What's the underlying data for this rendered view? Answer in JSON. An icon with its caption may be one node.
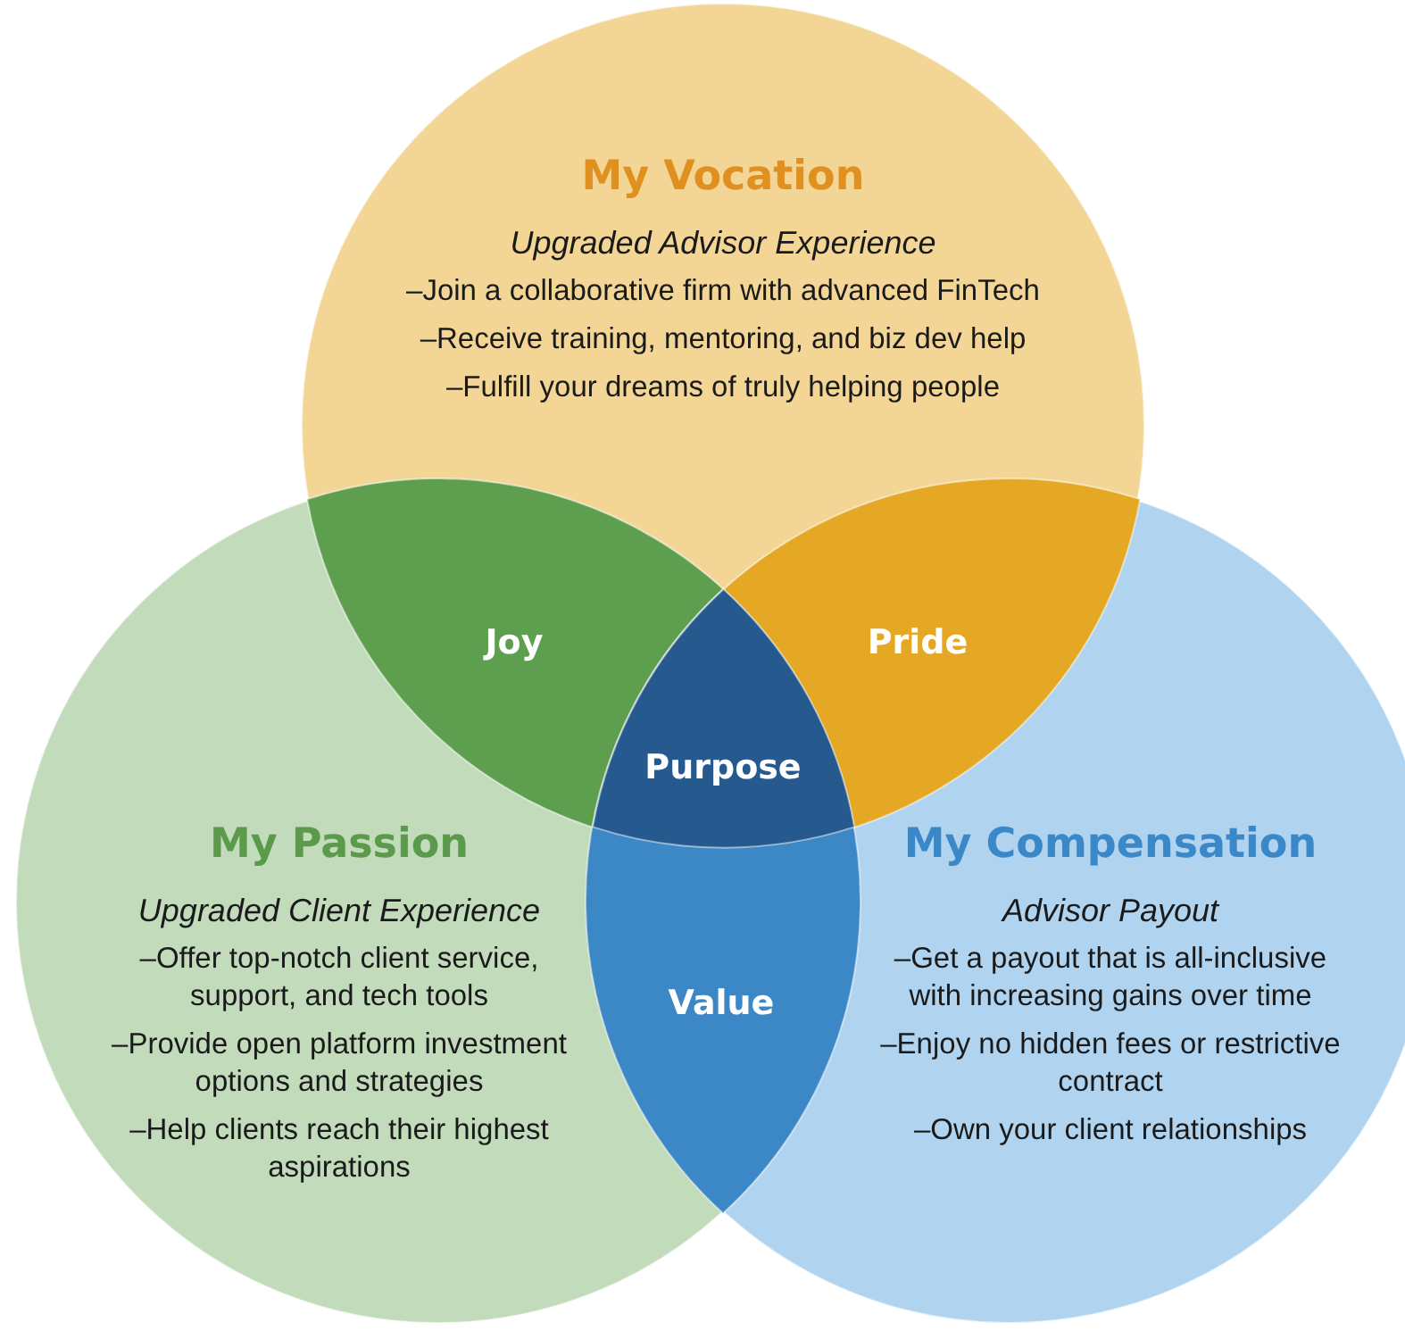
{
  "diagram": {
    "nodes": [
      {
        "text": [
          "My Vocation",
          "Upgraded Advisor Experience",
          "–Join a collaborative firm with advanced FinTech",
          "–Receive training, mentoring, and biz dev help",
          "–Fulfill your dreams of truly helping people"
        ]
      },
      {
        "text": [
          "My Passion",
          "Upgraded Client Experience",
          "–Offer top-notch client service, support, and tech tools",
          "–Provide open platform investment options and strategies",
          "–Help clients reach their highest aspirations"
        ]
      },
      {
        "text": [
          "My Compensation",
          "Advisor Payout",
          "–Get a payout that is all-inclusive with increasing gains over time",
          "–Enjoy no hidden fees or restrictive contract",
          "–Own your client relationships"
        ]
      },
      {
        "text": [
          "Joy"
        ]
      },
      {
        "text": [
          "Pride"
        ]
      },
      {
        "text": [
          "Purpose"
        ]
      },
      {
        "text": [
          "Value"
        ]
      }
    ]
  }
}
